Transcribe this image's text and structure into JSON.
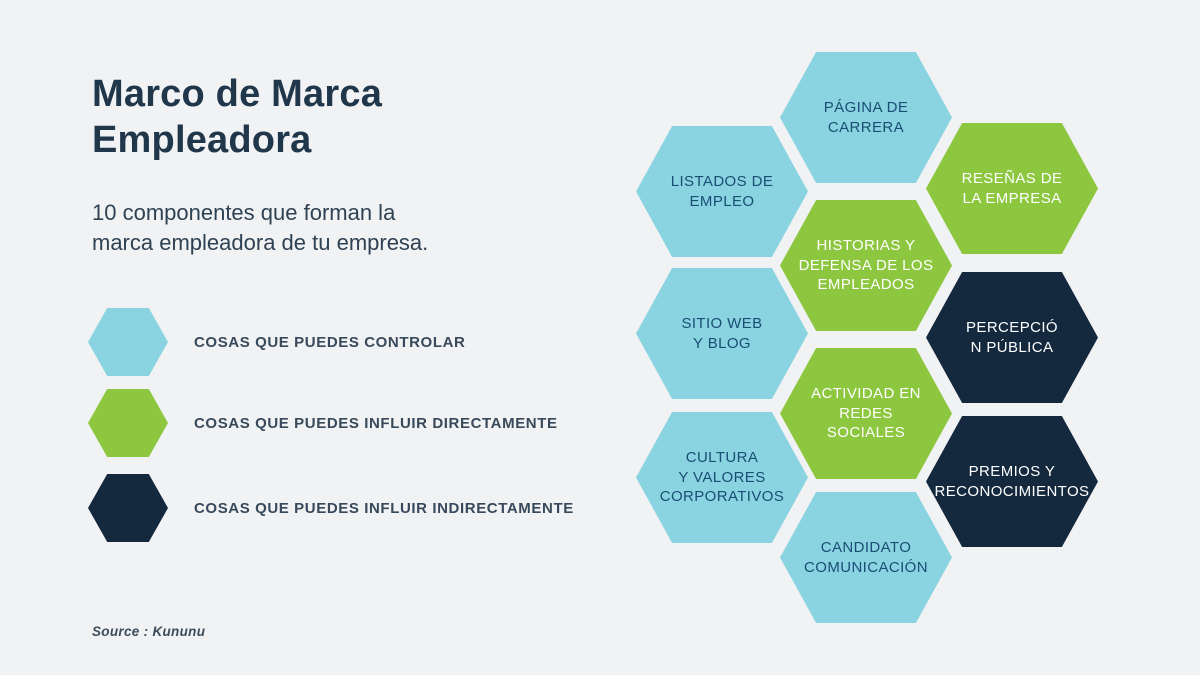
{
  "page": {
    "background_color": "#f1f2f3"
  },
  "header": {
    "title": "Marco de Marca\nEmpleadora",
    "title_color": "#20364a",
    "subtitle": "10 componentes que forman la\nmarca empleadora de tu empresa.",
    "subtitle_color": "#2f4254"
  },
  "legend": {
    "label_color": "#37495b",
    "items": [
      {
        "label": "COSAS QUE PUEDES CONTROLAR",
        "category": "controlar",
        "color_name": "light-blue",
        "color": "#8ad3e1"
      },
      {
        "label": "COSAS QUE PUEDES INFLUIR DIRECTAMENTE",
        "category": "influir-directamente",
        "color_name": "green",
        "color": "#8dc63f"
      },
      {
        "label": "COSAS QUE PUEDES INFLUIR INDIRECTAMENTE",
        "category": "influir-indirectamente",
        "color_name": "dark-navy",
        "color": "#14293e"
      }
    ]
  },
  "honeycomb": {
    "hexagons": [
      {
        "label": "PÁGINA DE\nCARRERA",
        "category": "controlar",
        "color": "#8ad3e1",
        "text_color": "#1a4e74"
      },
      {
        "label": "LISTADOS DE\nEMPLEO",
        "category": "controlar",
        "color": "#8ad3e1",
        "text_color": "#1a4e74"
      },
      {
        "label": "RESEÑAS DE\nLA EMPRESA",
        "category": "influir-directamente",
        "color": "#8dc63f",
        "text_color": "#ffffff"
      },
      {
        "label": "HISTORIAS Y\nDEFENSA DE LOS\nEMPLEADOS",
        "category": "influir-directamente",
        "color": "#8dc63f",
        "text_color": "#ffffff"
      },
      {
        "label": "SITIO WEB\nY BLOG",
        "category": "controlar",
        "color": "#8ad3e1",
        "text_color": "#1a4e74"
      },
      {
        "label": "PERCEPCIÓ\nN PÚBLICA",
        "category": "influir-indirectamente",
        "color": "#14293e",
        "text_color": "#ffffff"
      },
      {
        "label": "ACTIVIDAD EN\nREDES\nSOCIALES",
        "category": "influir-directamente",
        "color": "#8dc63f",
        "text_color": "#ffffff"
      },
      {
        "label": "CULTURA\nY VALORES\nCORPORATIVOS",
        "category": "controlar",
        "color": "#8ad3e1",
        "text_color": "#1a4e74"
      },
      {
        "label": "PREMIOS Y\nRECONOCIMIENTOS",
        "category": "influir-indirectamente",
        "color": "#14293e",
        "text_color": "#ffffff"
      },
      {
        "label": "CANDIDATO\nCOMUNICACIÓN",
        "category": "controlar",
        "color": "#8ad3e1",
        "text_color": "#1a4e74"
      }
    ]
  },
  "footer": {
    "source": "Source : Kununu",
    "source_color": "#3c4c5c"
  }
}
